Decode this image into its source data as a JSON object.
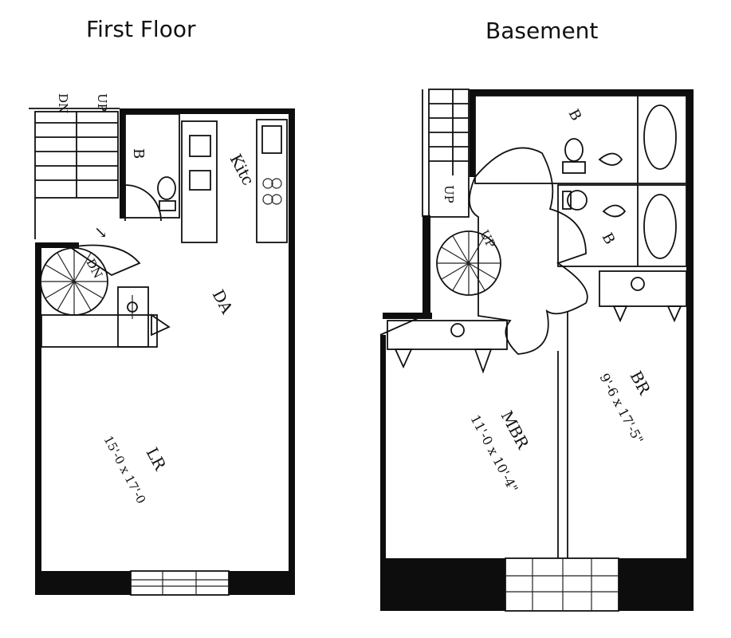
{
  "titles": {
    "first_floor": "First Floor",
    "basement": "Basement"
  },
  "first_floor": {
    "stair_labels": {
      "dn": "DN",
      "up": "UP"
    },
    "spiral_label": "DN",
    "rooms": {
      "bath": "B",
      "kitchen": "Kitc",
      "dining": "DA",
      "living": "LR",
      "living_size": "15'-0 x 17'-0"
    }
  },
  "basement": {
    "stair_label": "UP",
    "spiral_label": "UP",
    "rooms": {
      "bath_1": "B",
      "bath_2": "B",
      "master": "MBR",
      "master_size": "11'-0 x 10'-4\"",
      "bedroom": "BR",
      "bedroom_size": "9'-6 x 17'-5\""
    }
  }
}
